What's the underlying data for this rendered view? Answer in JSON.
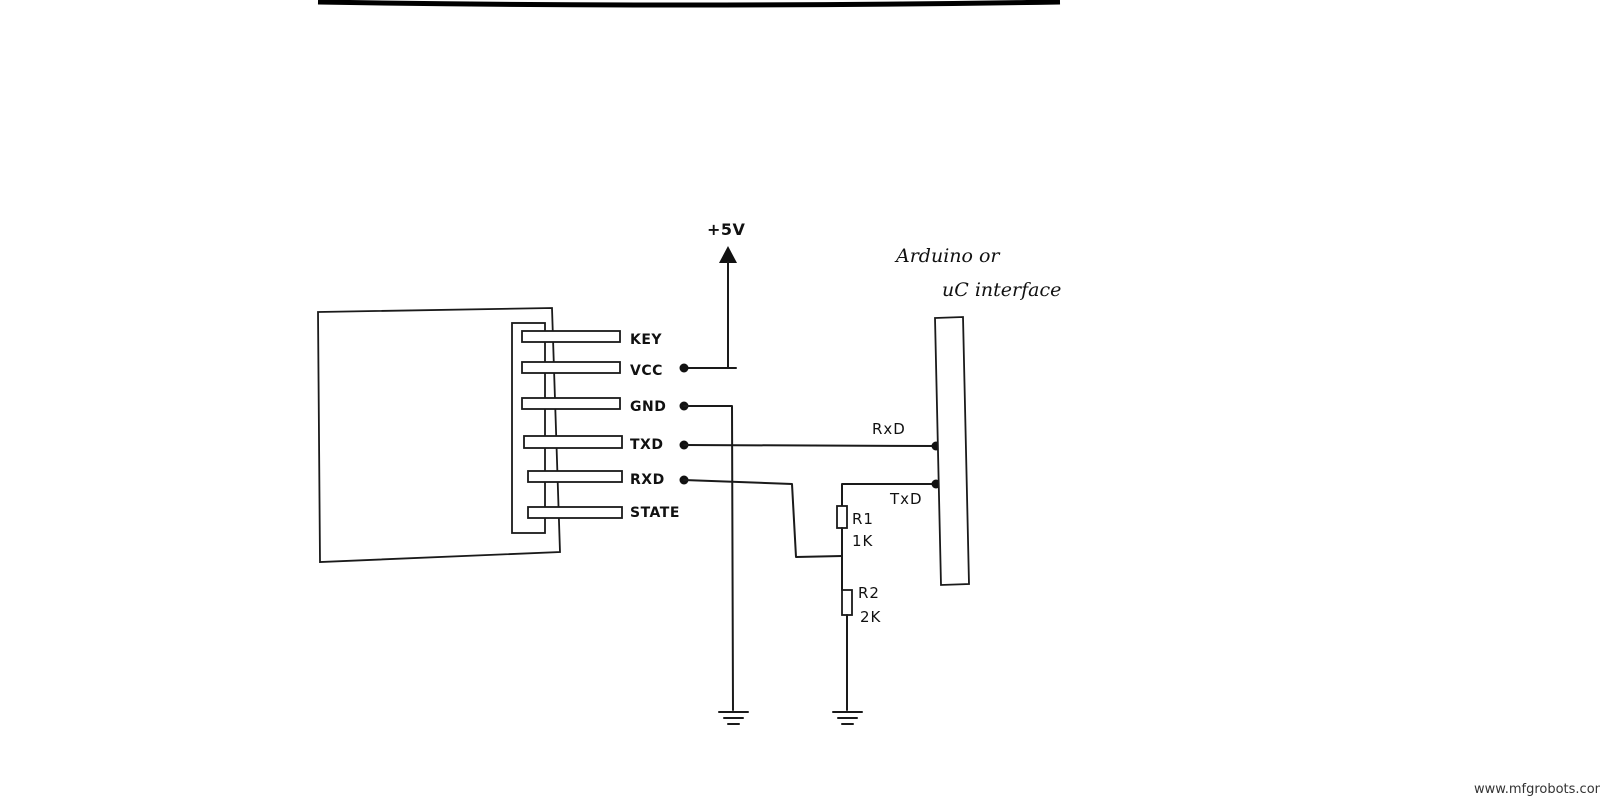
{
  "supply": {
    "label": "+5V"
  },
  "module": {
    "pins": [
      {
        "label": "KEY"
      },
      {
        "label": "VCC"
      },
      {
        "label": "GND"
      },
      {
        "label": "TXD"
      },
      {
        "label": "RXD"
      },
      {
        "label": "STATE"
      }
    ]
  },
  "interface": {
    "title_line1": "Arduino or",
    "title_line2": "uC interface",
    "rxd_label": "RxD",
    "txd_label": "TxD"
  },
  "resistors": [
    {
      "name": "R1",
      "value": "1K"
    },
    {
      "name": "R2",
      "value": "2K"
    }
  ],
  "watermark": "www.mfgrobots.com"
}
